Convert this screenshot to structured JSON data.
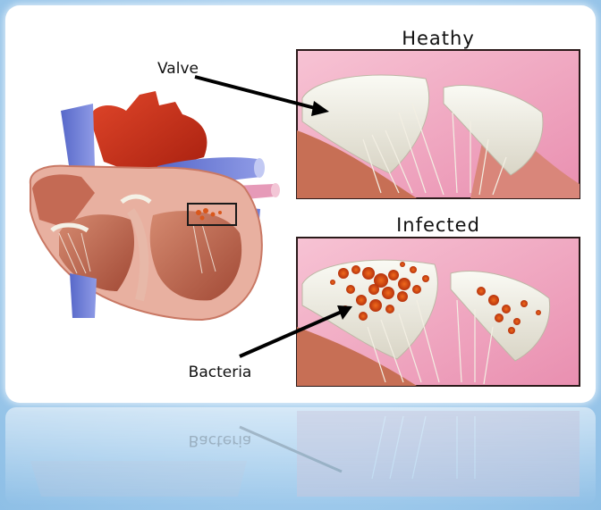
{
  "labels": {
    "valve": "Valve",
    "bacteria": "Bacteria",
    "healthy": "Heathy",
    "infected": "Infected"
  },
  "colors": {
    "background": "#a9d0ef",
    "aorta_red": "#c8321c",
    "vein_blue": "#6f7fd8",
    "muscle": "#b85a45",
    "pink_bg": "#f2a9c2",
    "bacteria": "#d9581c"
  }
}
